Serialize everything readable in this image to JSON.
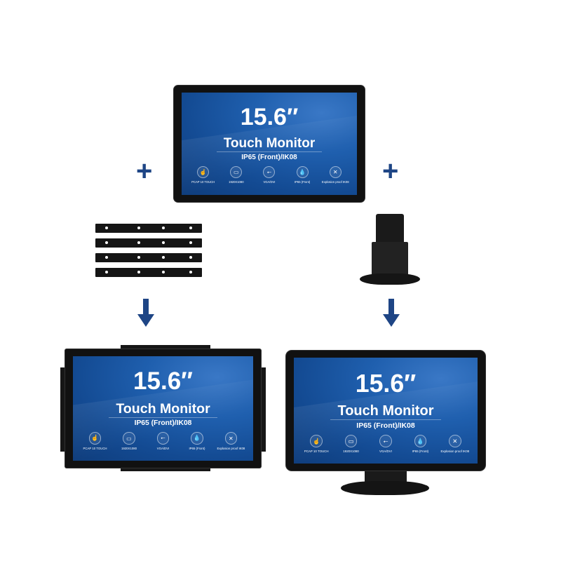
{
  "product": {
    "size": "15.6″",
    "title": "Touch Monitor",
    "subtitle": "IP65 (Front)/IK08",
    "features": [
      {
        "icon": "touch-hand-icon",
        "label": "PCAP 10 TOUCH"
      },
      {
        "icon": "display-resolution-icon",
        "label": "1920X1080"
      },
      {
        "icon": "usb-icon",
        "label": "VGA/DVI"
      },
      {
        "icon": "water-drops-icon",
        "label": "IP65 (Front)"
      },
      {
        "icon": "explosion-proof-icon",
        "label": "Explosion proof IK08"
      }
    ]
  },
  "symbols": {
    "plus": "+",
    "arrow": "🡇"
  },
  "colors": {
    "accent": "#1e4585",
    "screen": "#1f5fae",
    "bezel": "#111111"
  }
}
